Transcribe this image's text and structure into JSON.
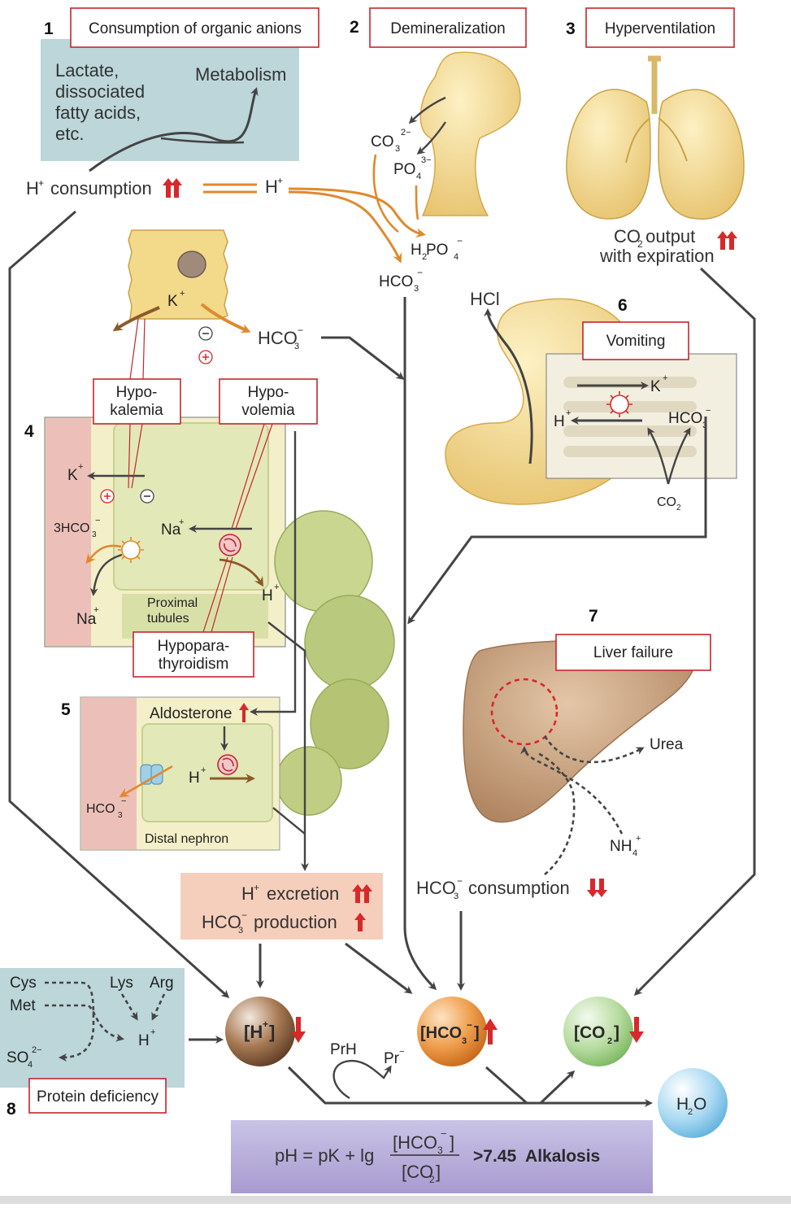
{
  "panels": {
    "p1": {
      "num": "1",
      "title": "Consumption of organic anions",
      "lines": [
        "Lactate,",
        "dissociated",
        "fatty acids,",
        "etc."
      ],
      "metabolism": "Metabolism",
      "h_consumption": "consumption",
      "h_sym": "H"
    },
    "p2": {
      "num": "2",
      "title": "Demineralization",
      "co3": "CO",
      "po4": "PO",
      "h2po4": "H PO",
      "hco3": "HCO"
    },
    "p3": {
      "num": "3",
      "title": "Hyperventilation",
      "line1": "CO output",
      "line2": "with expiration"
    },
    "p4": {
      "num": "4",
      "hypokalemia": [
        "Hypo-",
        "kalemia"
      ],
      "hypovolemia": [
        "Hypo-",
        "volemia"
      ],
      "hypopara": [
        "Hypopara-",
        "thyroidism"
      ],
      "proximal": [
        "Proximal",
        "tubules"
      ],
      "k": "K",
      "na": "Na",
      "h": "H",
      "hco3x3": "3HCO"
    },
    "p5": {
      "num": "5",
      "aldosterone": "Aldosterone",
      "distal": "Distal nephron",
      "h": "H",
      "hco3": "HCO"
    },
    "p6": {
      "num": "6",
      "title": "Vomiting",
      "hcl": "HCl",
      "k": "K",
      "h": "H",
      "hco3": "HCO",
      "co2": "CO"
    },
    "p7": {
      "num": "7",
      "title": "Liver failure",
      "urea": "Urea",
      "nh4": "NH",
      "hco3_consumption": "consumption"
    },
    "p8": {
      "num": "8",
      "title": "Protein deficiency",
      "aa": [
        "Cys",
        "Met",
        "Lys",
        "Arg"
      ],
      "so4": "SO",
      "h": "H"
    }
  },
  "cell": {
    "k": "K",
    "hco3": "HCO"
  },
  "excretion": {
    "line1": "excretion",
    "line2": "production"
  },
  "spheres": {
    "h": "[H",
    "hco3": "[HCO",
    "co2": "[CO",
    "h2o": "H O"
  },
  "buffer": {
    "prh": "PrH",
    "pr": "Pr"
  },
  "equation": {
    "lhs": "pH = pK + lg",
    "num": "[HCO",
    "den": "[CO",
    "result": ">7.45  Alkalosis"
  },
  "colors": {
    "accent_red": "#d8282b",
    "box_border": "#c4262e",
    "orange_arrow": "#e0892e",
    "teal_panel": "#bcd6da",
    "salmon_box": "#f5cfbc",
    "equation_gradient_top": "#c8c4e6",
    "equation_gradient_bottom": "#a99ad0"
  }
}
